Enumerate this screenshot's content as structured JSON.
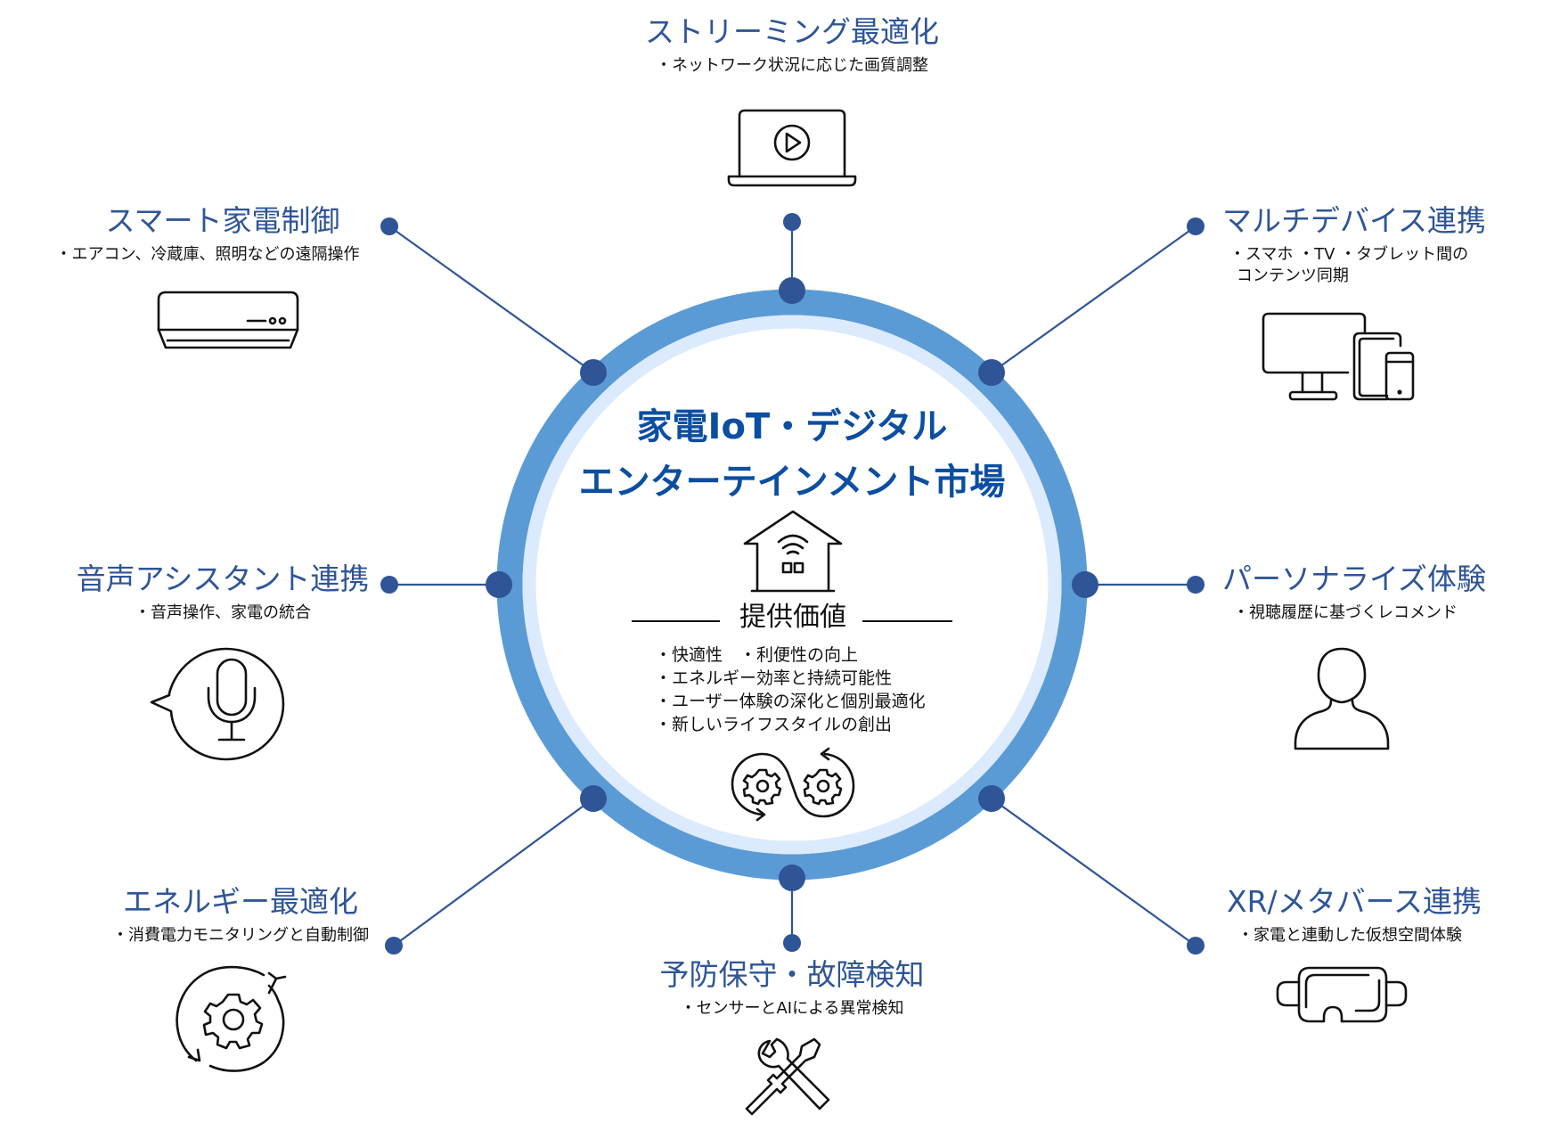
{
  "diagram": {
    "center": {
      "title_line1": "家電IoT・デジタル",
      "title_line2": "エンターテインメント市場",
      "icon": "smart-home-icon",
      "value_heading": "提供価値",
      "value_items": [
        "・快適性　・利便性の向上",
        "・エネルギー効率と持続可能性",
        "・ユーザー体験の深化と個別最適化",
        "・新しいライフスタイルの創出"
      ],
      "bottom_icon": "gears-cycle-icon"
    },
    "nodes": [
      {
        "id": "top",
        "title": "ストリーミング最適化",
        "desc": "・ネットワーク状況に応じた画質調整",
        "icon": "laptop-play-icon"
      },
      {
        "id": "top-right",
        "title": "マルチデバイス連携",
        "desc_line1": "・スマホ ・TV ・タブレット間の",
        "desc_line2": "コンテンツ同期",
        "icon": "multi-device-icon"
      },
      {
        "id": "right",
        "title": "パーソナライズ体験",
        "desc": "・視聴履歴に基づくレコメンド",
        "icon": "user-icon"
      },
      {
        "id": "bottom-right",
        "title": "XR/メタバース連携",
        "desc": "・家電と連動した仮想空間体験",
        "icon": "vr-headset-icon"
      },
      {
        "id": "bottom",
        "title": "予防保守・故障検知",
        "desc": "・センサーとAIによる異常検知",
        "icon": "tools-icon"
      },
      {
        "id": "bottom-left",
        "title": "エネルギー最適化",
        "desc": "・消費電力モニタリングと自動制御",
        "icon": "gear-cycle-icon"
      },
      {
        "id": "left",
        "title": "音声アシスタント連携",
        "desc": "・音声操作、家電の統合",
        "icon": "voice-assistant-icon"
      },
      {
        "id": "top-left",
        "title": "スマート家電制御",
        "desc": "・エアコン、冷蔵庫、照明などの遠隔操作",
        "icon": "air-conditioner-icon"
      }
    ],
    "colors": {
      "ring_outer": "#5b9bd5",
      "ring_inner": "#dbeafd",
      "connector": "#2f5597",
      "title_blue": "#2f5597",
      "center_title_blue": "#0b4ea2"
    }
  }
}
